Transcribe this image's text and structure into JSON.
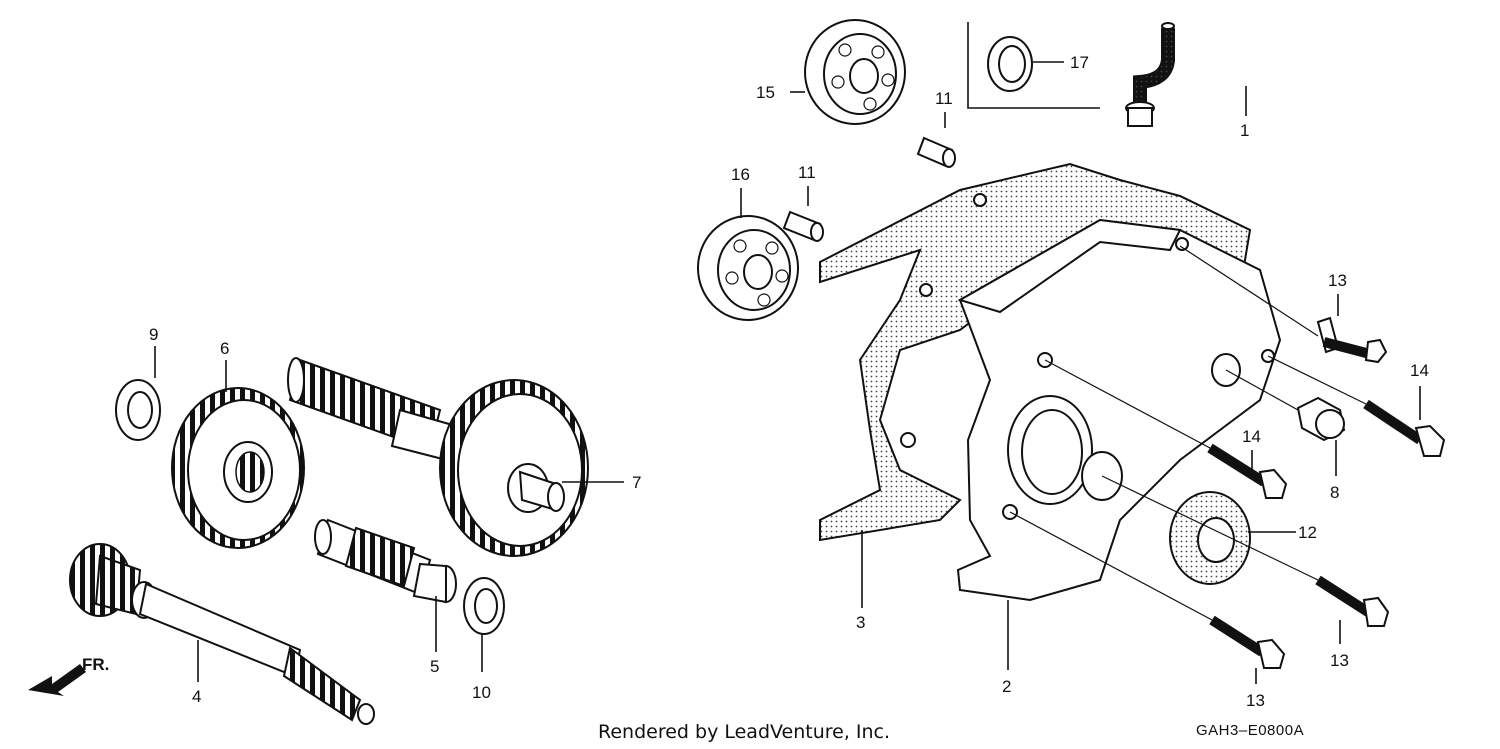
{
  "labels": {
    "p1": "1",
    "p2": "2",
    "p3": "3",
    "p4": "4",
    "p5": "5",
    "p6": "6",
    "p7": "7",
    "p8": "8",
    "p9": "9",
    "p10": "10",
    "p11a": "11",
    "p11b": "11",
    "p12": "12",
    "p13a": "13",
    "p13b": "13",
    "p13c": "13",
    "p14a": "14",
    "p14b": "14",
    "p15": "15",
    "p16": "16",
    "p17": "17"
  },
  "direction_label": "FR.",
  "footer": {
    "credit": "Rendered by LeadVenture, Inc.",
    "diagram_code": "GAH3–E0800A"
  }
}
